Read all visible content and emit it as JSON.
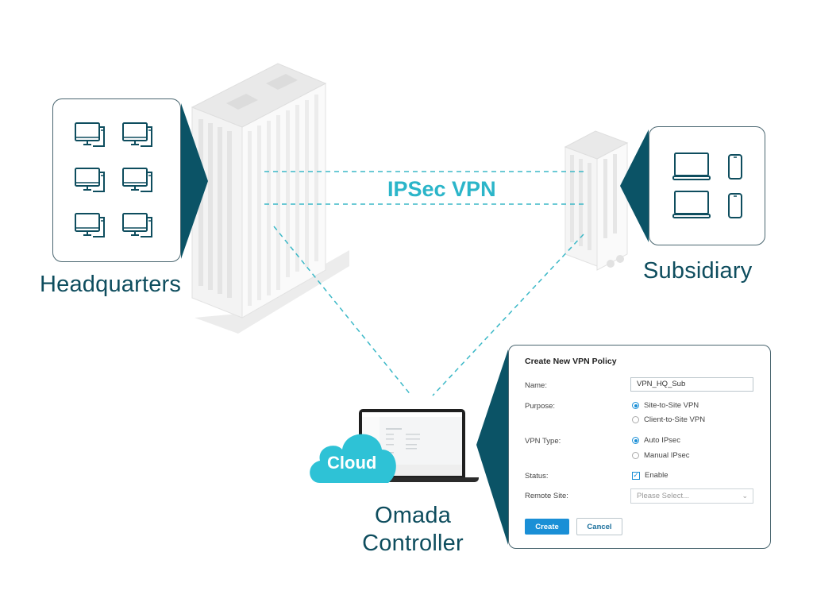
{
  "diagram": {
    "connection_label": "IPSec VPN",
    "nodes": {
      "headquarters": {
        "label": "Headquarters",
        "devices": [
          "desktop-icon",
          "desktop-icon",
          "desktop-icon",
          "desktop-icon",
          "desktop-icon",
          "desktop-icon"
        ]
      },
      "subsidiary": {
        "label": "Subsidiary",
        "devices": [
          "laptop-icon",
          "phone-icon",
          "laptop-icon",
          "phone-icon"
        ]
      },
      "controller": {
        "label_line1": "Omada",
        "label_line2": "Controller",
        "cloud_label": "Cloud"
      }
    },
    "colors": {
      "brand_dark": "#0e4d5e",
      "accent_cyan": "#2bb5c9",
      "button_blue": "#1a8fd6",
      "arrow_fill": "#0b5366"
    }
  },
  "vpn_form": {
    "title": "Create New VPN Policy",
    "name_label": "Name:",
    "name_value": "VPN_HQ_Sub",
    "purpose_label": "Purpose:",
    "purpose_options": [
      {
        "label": "Site-to-Site VPN",
        "selected": true
      },
      {
        "label": "Client-to-Site VPN",
        "selected": false
      }
    ],
    "vpn_type_label": "VPN Type:",
    "vpn_type_options": [
      {
        "label": "Auto IPsec",
        "selected": true
      },
      {
        "label": "Manual IPsec",
        "selected": false
      }
    ],
    "status_label": "Status:",
    "status_checkbox_label": "Enable",
    "status_checked": true,
    "remote_site_label": "Remote Site:",
    "remote_site_placeholder": "Please Select...",
    "create_button": "Create",
    "cancel_button": "Cancel"
  }
}
